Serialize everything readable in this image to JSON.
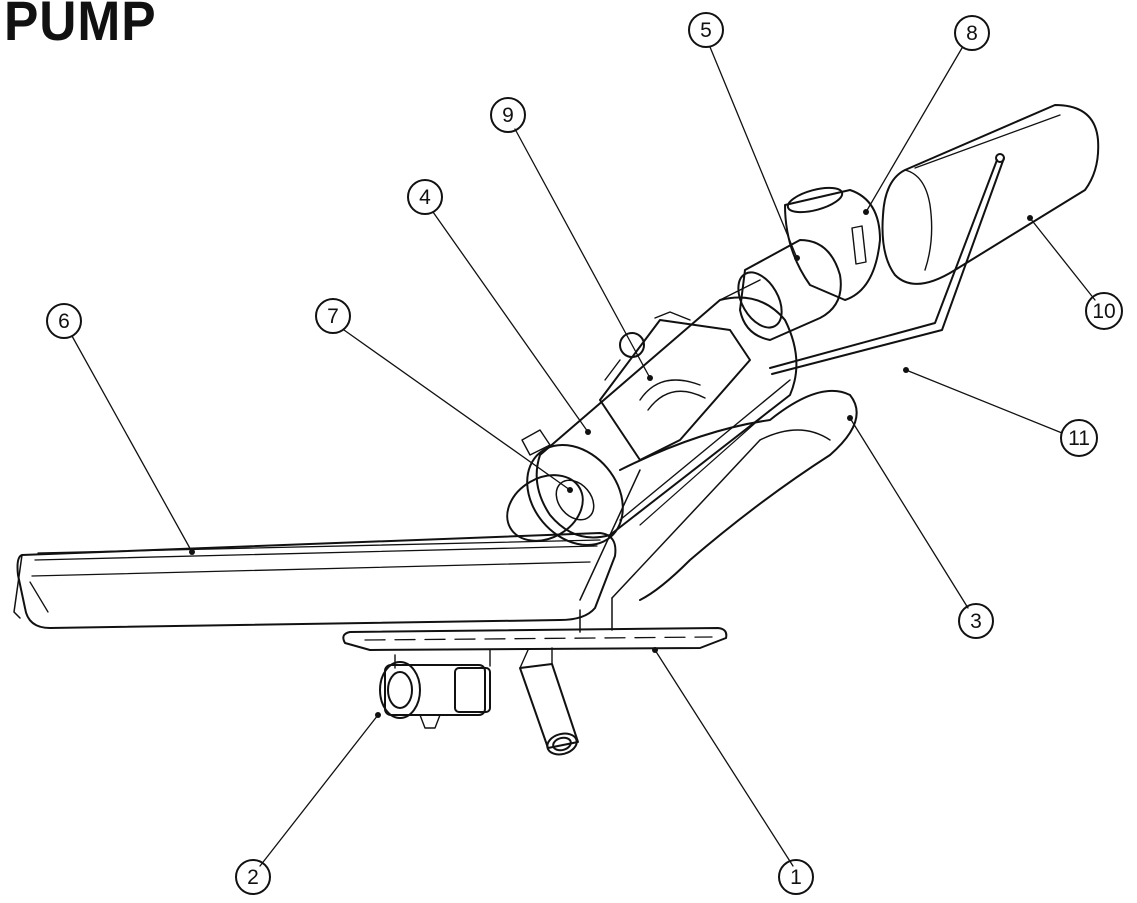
{
  "title": "PUMP",
  "colors": {
    "line": "#111111",
    "background": "#ffffff"
  },
  "callouts": [
    {
      "id": "1",
      "label": "1"
    },
    {
      "id": "2",
      "label": "2"
    },
    {
      "id": "3",
      "label": "3"
    },
    {
      "id": "4",
      "label": "4"
    },
    {
      "id": "5",
      "label": "5"
    },
    {
      "id": "6",
      "label": "6"
    },
    {
      "id": "7",
      "label": "7"
    },
    {
      "id": "8",
      "label": "8"
    },
    {
      "id": "9",
      "label": "9"
    },
    {
      "id": "10",
      "label": "10"
    },
    {
      "id": "11",
      "label": "11"
    }
  ]
}
